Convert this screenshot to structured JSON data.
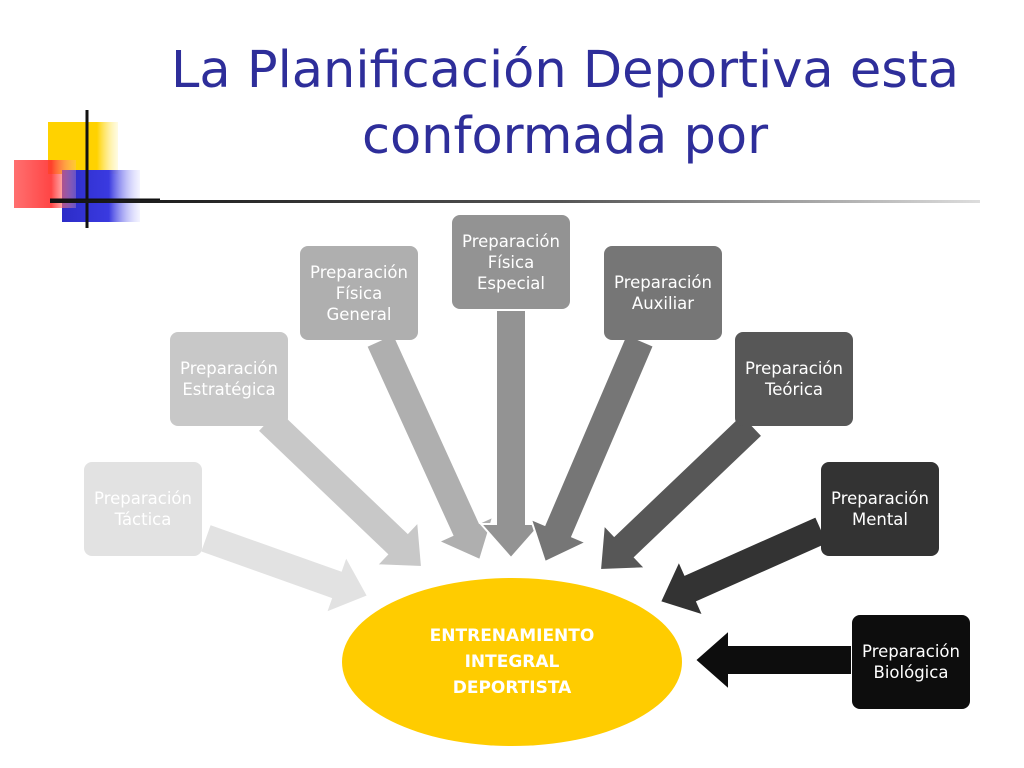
{
  "slide": {
    "title_line1": "La Planificación Deportiva esta",
    "title_line2": "conformada por"
  },
  "diagram": {
    "center": {
      "label": "ENTRENAMIENTO\nINTEGRAL\nDEPORTISTA",
      "color": "#ffcc00"
    },
    "components": [
      {
        "label": "Preparación\nTáctica",
        "fill": "#e2e2e2"
      },
      {
        "label": "Preparación\nEstratégica",
        "fill": "#c8c8c8"
      },
      {
        "label": "Preparación\nFísica\nGeneral",
        "fill": "#afafaf"
      },
      {
        "label": "Preparación\nFísica\nEspecial",
        "fill": "#939393"
      },
      {
        "label": "Preparación\nAuxiliar",
        "fill": "#767676"
      },
      {
        "label": "Preparación\nTeórica",
        "fill": "#575757"
      },
      {
        "label": "Preparación\nMental",
        "fill": "#333333"
      },
      {
        "label": "Preparación\nBiológica",
        "fill": "#0d0d0d"
      }
    ]
  },
  "colors": {
    "title": "#2e2e9a",
    "accent_yellow": "#ffcc00",
    "deco_red": "#ff4040",
    "deco_blue": "#2c2cc8",
    "deco_yellow": "#ffd200"
  }
}
